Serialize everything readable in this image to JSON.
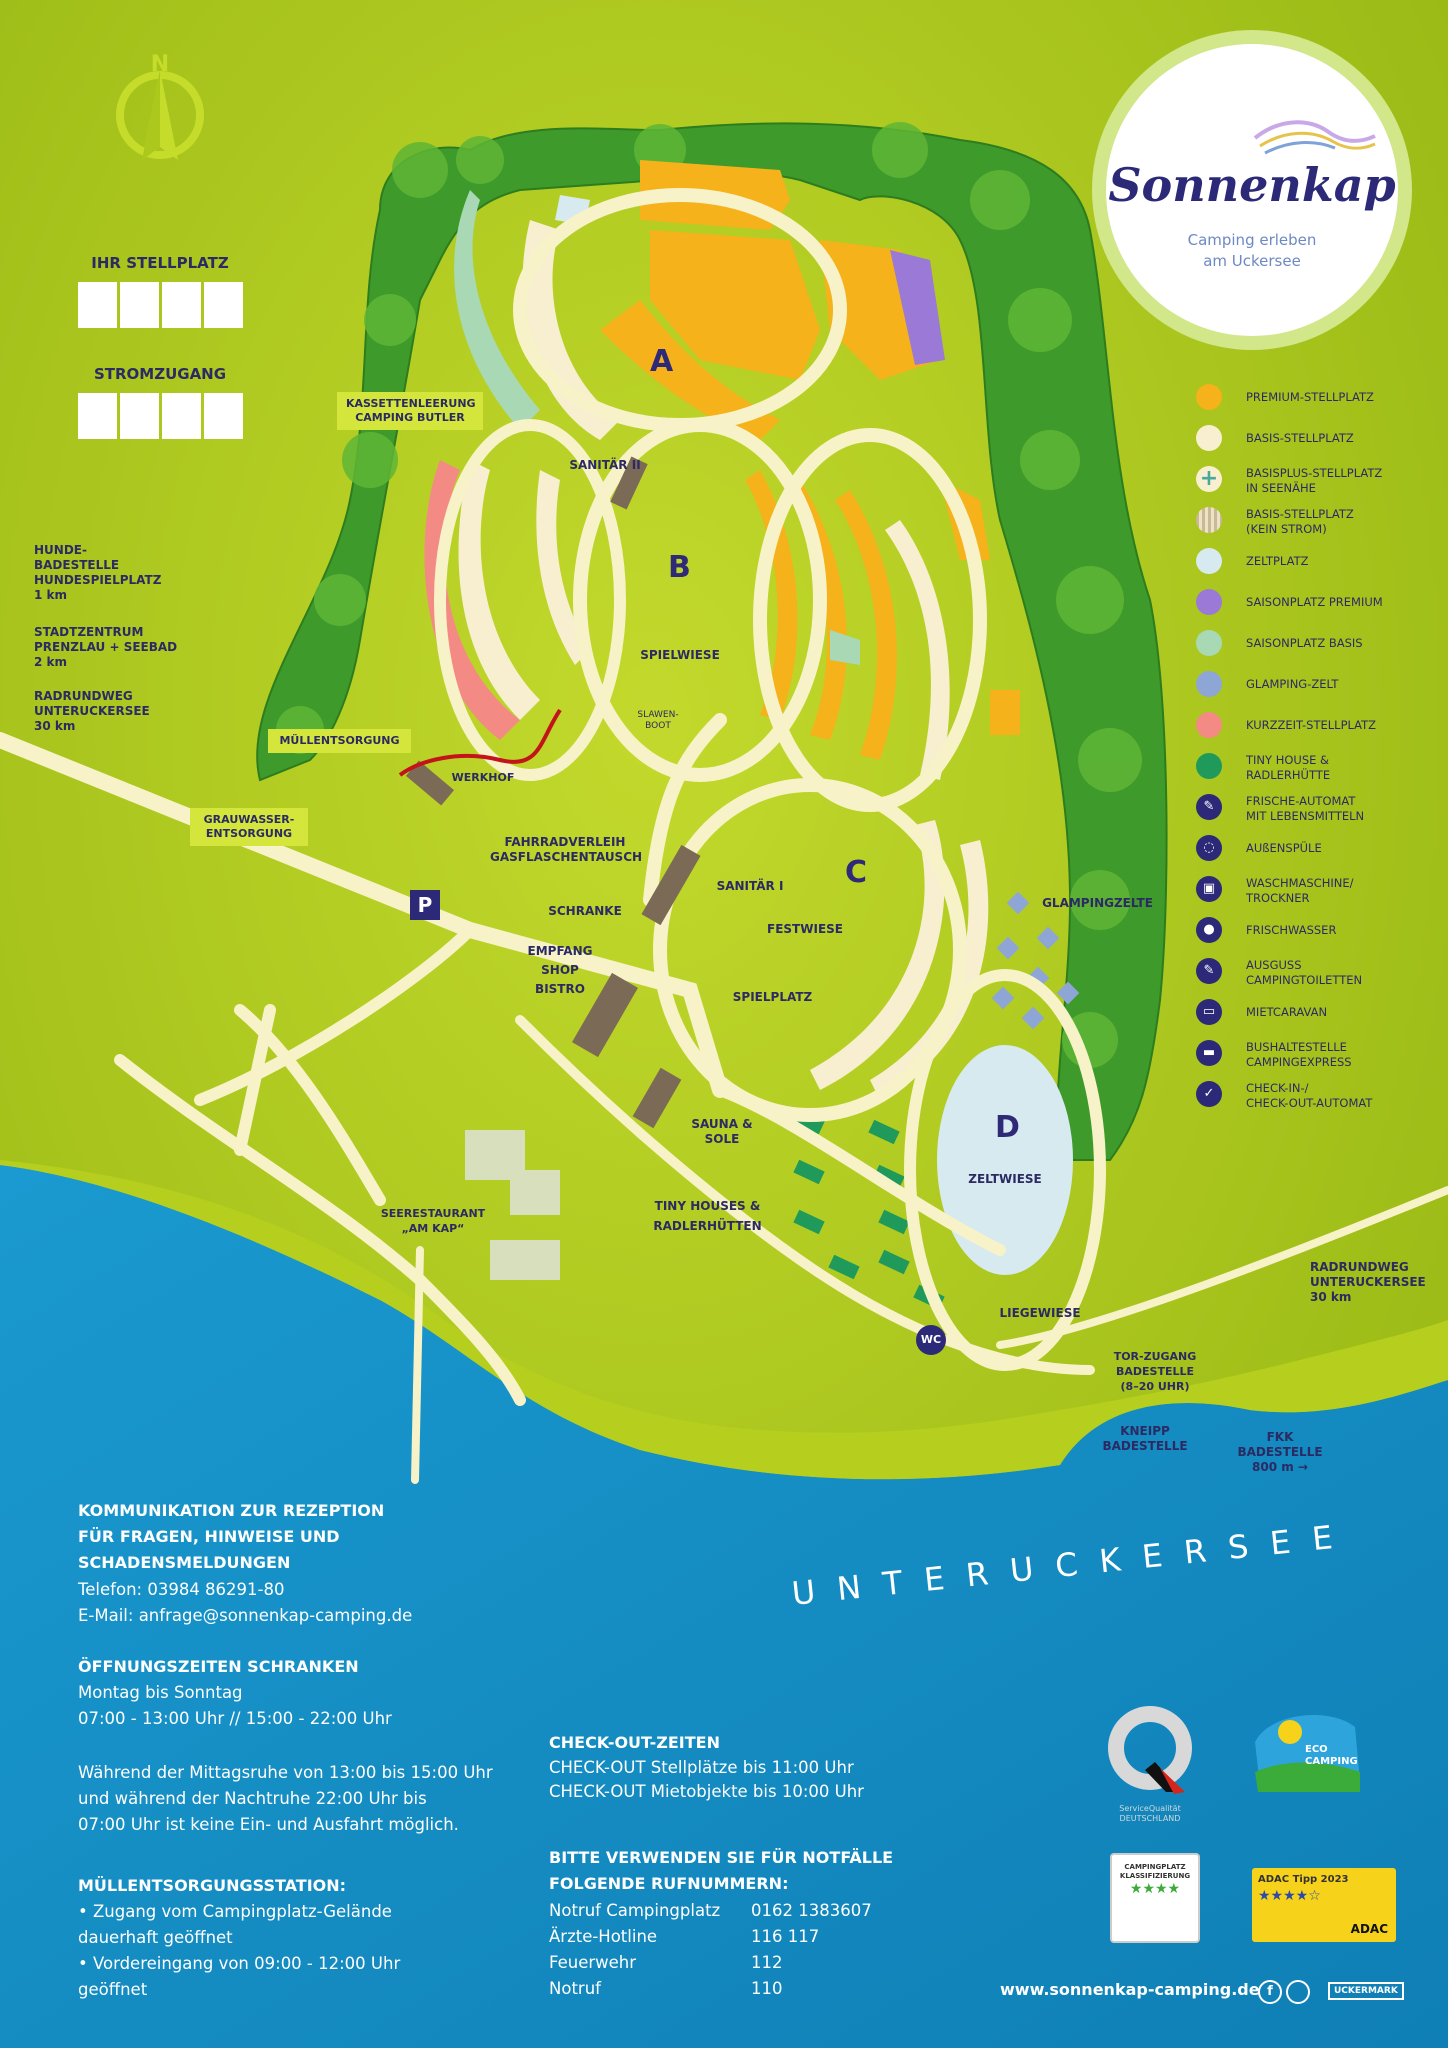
{
  "brand": {
    "name": "Sonnenkap",
    "tagline": "Camping erleben\nam Uckersee",
    "website": "www.sonnenkap-camping.de"
  },
  "compass": {
    "north": "N"
  },
  "stellplatz": {
    "title": "IHR STELLPLATZ",
    "strom_title": "STROMZUGANG"
  },
  "zones": {
    "a": "A",
    "b": "B",
    "c": "C",
    "d": "D",
    "parking": "P",
    "wc": "WC"
  },
  "map_labels": {
    "kassetten": "KASSETTENLEERUNG\nCAMPING BUTLER",
    "sanitaer2": "SANITÄR II",
    "hunde": "HUNDE-\nBADESTELLE\nHUNDESPIELPLATZ\n1 km",
    "stadt": "STADTZENTRUM\nPRENZLAU + SEEBAD\n2 km",
    "rad_left": "RADRUNDWEG\nUNTERUCKERSEE\n30 km",
    "spielwiese": "SPIELWIESE",
    "slawen": "SLAWEN-\nBOOT",
    "muell": "MÜLLENTSORGUNG",
    "werkhof": "WERKHOF",
    "grauwasser": "GRAUWASSER-\nENTSORGUNG",
    "fahrrad": "FAHRRADVERLEIH\nGASFLASCHENTAUSCH",
    "sanitaer1": "SANITÄR I",
    "schranke": "SCHRANKE",
    "empfang": "EMPFANG\nSHOP\nBISTRO",
    "festwiese": "FESTWIESE",
    "spielplatz": "SPIELPLATZ",
    "glamping": "GLAMPINGZELTE",
    "sauna": "SAUNA & SOLE",
    "zeltwiese": "ZELTWIESE",
    "seerestaurant": "SEERESTAURANT\n„AM KAP“",
    "tiny": "TINY HOUSES &\nRADLERHÜTTEN",
    "liegewiese": "LIEGEWIESE",
    "rad_right": "RADRUNDWEG\nUNTERUCKERSEE\n30 km",
    "tor": "TOR-ZUGANG\nBADESTELLE\n(8–20 UHR)",
    "kneipp": "KNEIPP\nBADESTELLE",
    "fkk": "FKK\nBADESTELLE\n800 m →",
    "lake": "UNTERUCKERSEE"
  },
  "legend": [
    {
      "label": "PREMIUM-STELLPLATZ",
      "color": "#f5b21a",
      "icon": "swatch"
    },
    {
      "label": "BASIS-STELLPLATZ",
      "color": "#f7efd0",
      "icon": "swatch"
    },
    {
      "label": "BASISPLUS-STELLPLATZ\nIN SEENÄHE",
      "color": "#f7efd0",
      "icon": "plus-icon"
    },
    {
      "label": "BASIS-STELLPLATZ\n(KEIN STROM)",
      "color": "#d8ccb0",
      "icon": "striped"
    },
    {
      "label": "ZELTPLATZ",
      "color": "#d6eaf0",
      "icon": "swatch"
    },
    {
      "label": "SAISONPLATZ PREMIUM",
      "color": "#9a7ad6",
      "icon": "swatch"
    },
    {
      "label": "SAISONPLATZ BASIS",
      "color": "#a9d8b4",
      "icon": "swatch"
    },
    {
      "label": "GLAMPING-ZELT",
      "color": "#8ea6d6",
      "icon": "swatch"
    },
    {
      "label": "KURZZEIT-STELLPLATZ",
      "color": "#f48a84",
      "icon": "swatch"
    },
    {
      "label": "TINY HOUSE &\nRADLERHÜTTE",
      "color": "#1f9a5a",
      "icon": "swatch"
    },
    {
      "label": "FRISCHE-AUTOMAT\nMIT LEBENSMITTELN",
      "color": "#2c2a78",
      "icon": "vending-icon"
    },
    {
      "label": "AUßENSPÜLE",
      "color": "#2c2a78",
      "icon": "sink-icon"
    },
    {
      "label": "WASCHMASCHINE/\nTROCKNER",
      "color": "#2c2a78",
      "icon": "washing-machine-icon"
    },
    {
      "label": "FRISCHWASSER",
      "color": "#2c2a78",
      "icon": "water-drop-icon"
    },
    {
      "label": "AUSGUSS\nCAMPINGTOILETTEN",
      "color": "#2c2a78",
      "icon": "toilet-disposal-icon"
    },
    {
      "label": "MIETCARAVAN",
      "color": "#2c2a78",
      "icon": "caravan-icon"
    },
    {
      "label": "BUSHALTESTELLE\nCAMPINGEXPRESS",
      "color": "#2c2a78",
      "icon": "bus-icon"
    },
    {
      "label": "CHECK-IN-/\nCHECK-OUT-AUTOMAT",
      "color": "#2c2a78",
      "icon": "checkmark-icon"
    }
  ],
  "info": {
    "kommunikation_title": "KOMMUNIKATION ZUR REZEPTION\nFÜR FRAGEN, HINWEISE UND\nSCHADENSMELDUNGEN",
    "telefon": "Telefon: 03984 86291-80",
    "email": "E-Mail: anfrage@sonnenkap-camping.de",
    "oeffnung_title": "ÖFFNUNGSZEITEN SCHRANKEN",
    "oeffnung_text": "Montag bis Sonntag\n07:00 - 13:00 Uhr  //  15:00 - 22:00 Uhr",
    "ruhe_text": "Während der Mittagsruhe von 13:00 bis 15:00 Uhr\nund während der Nachtruhe 22:00 Uhr bis\n07:00 Uhr ist keine Ein- und Ausfahrt möglich.",
    "muell_title": "MÜLLENTSORGUNGSSTATION:",
    "muell_text": "• Zugang vom Campingplatz-Gelände\n   dauerhaft geöffnet\n• Vordereingang von 09:00 - 12:00 Uhr\n   geöffnet",
    "checkout_title": "CHECK-OUT-ZEITEN",
    "checkout_text": "CHECK-OUT Stellplätze bis 11:00 Uhr\nCHECK-OUT Mietobjekte bis 10:00 Uhr",
    "notfall_title": "BITTE VERWENDEN SIE FÜR NOTFÄLLE\nFOLGENDE RUFNUMMERN:",
    "notfall": [
      {
        "name": "Notruf Campingplatz",
        "number": "0162 1383607"
      },
      {
        "name": "Ärzte-Hotline",
        "number": "116 117"
      },
      {
        "name": "Feuerwehr",
        "number": "112"
      },
      {
        "name": "Notruf",
        "number": "110"
      }
    ]
  },
  "badges": {
    "service": "ServiceQualität\nDEUTSCHLAND",
    "eco": "ECO\nCAMPING",
    "klass": "CAMPINGPLATZ\nKLASSIFIZIERUNG",
    "adac_title": "ADAC Tipp 2023",
    "adac": "ADAC",
    "uckermark": "UCKERMARK"
  },
  "colors": {
    "meadow": "#a8c51a",
    "lake": "#1a8fc4",
    "path": "#f7f2c8",
    "premium": "#f5b21a",
    "navy": "#2c2a78"
  }
}
